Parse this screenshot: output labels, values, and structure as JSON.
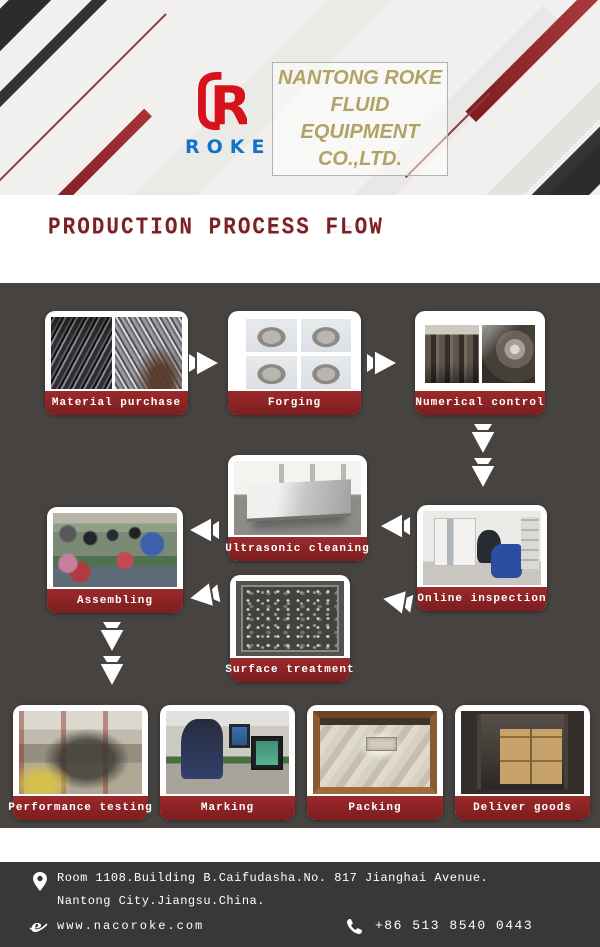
{
  "header": {
    "logo": {
      "mark": "R",
      "wordmark": "ROKE"
    },
    "company_box": {
      "lines": [
        "NANTONG ROKE",
        "FLUID",
        "EQUIPMENT",
        "CO.,LTD."
      ]
    }
  },
  "title": {
    "text": "PRODUCTION PROCESS FLOW"
  },
  "flow": {
    "steps": [
      {
        "label": "Material purchase"
      },
      {
        "label": "Forging"
      },
      {
        "label": "Numerical control"
      },
      {
        "label": "Online inspection"
      },
      {
        "label": "Ultrasonic cleaning"
      },
      {
        "label": "Surface treatment"
      },
      {
        "label": "Assembling"
      },
      {
        "label": "Performance testing"
      },
      {
        "label": "Marking"
      },
      {
        "label": "Packing"
      },
      {
        "label": "Deliver goods"
      }
    ]
  },
  "footer": {
    "address_line1": "Room 1108.Building B.Caifudasha.No. 817 Jianghai Avenue.",
    "address_line2": "Nantong City.Jiangsu.China.",
    "website": "www.nacoroke.com",
    "phone": "+86 513 8540 0443"
  },
  "icons": {
    "location": "location-pin-icon",
    "website": "globe-e-icon",
    "phone": "phone-icon",
    "arrows": [
      "arrow-right-icon",
      "arrow-down-icon",
      "arrow-left-icon"
    ]
  },
  "colors": {
    "logo_red": "#d6131c",
    "logo_blue": "#1272c8",
    "company_gold": "#b3a266",
    "title_maroon": "#7b2123",
    "flow_background": "#464341",
    "label_red": "#8e2426",
    "footer_background": "#3a3837"
  }
}
